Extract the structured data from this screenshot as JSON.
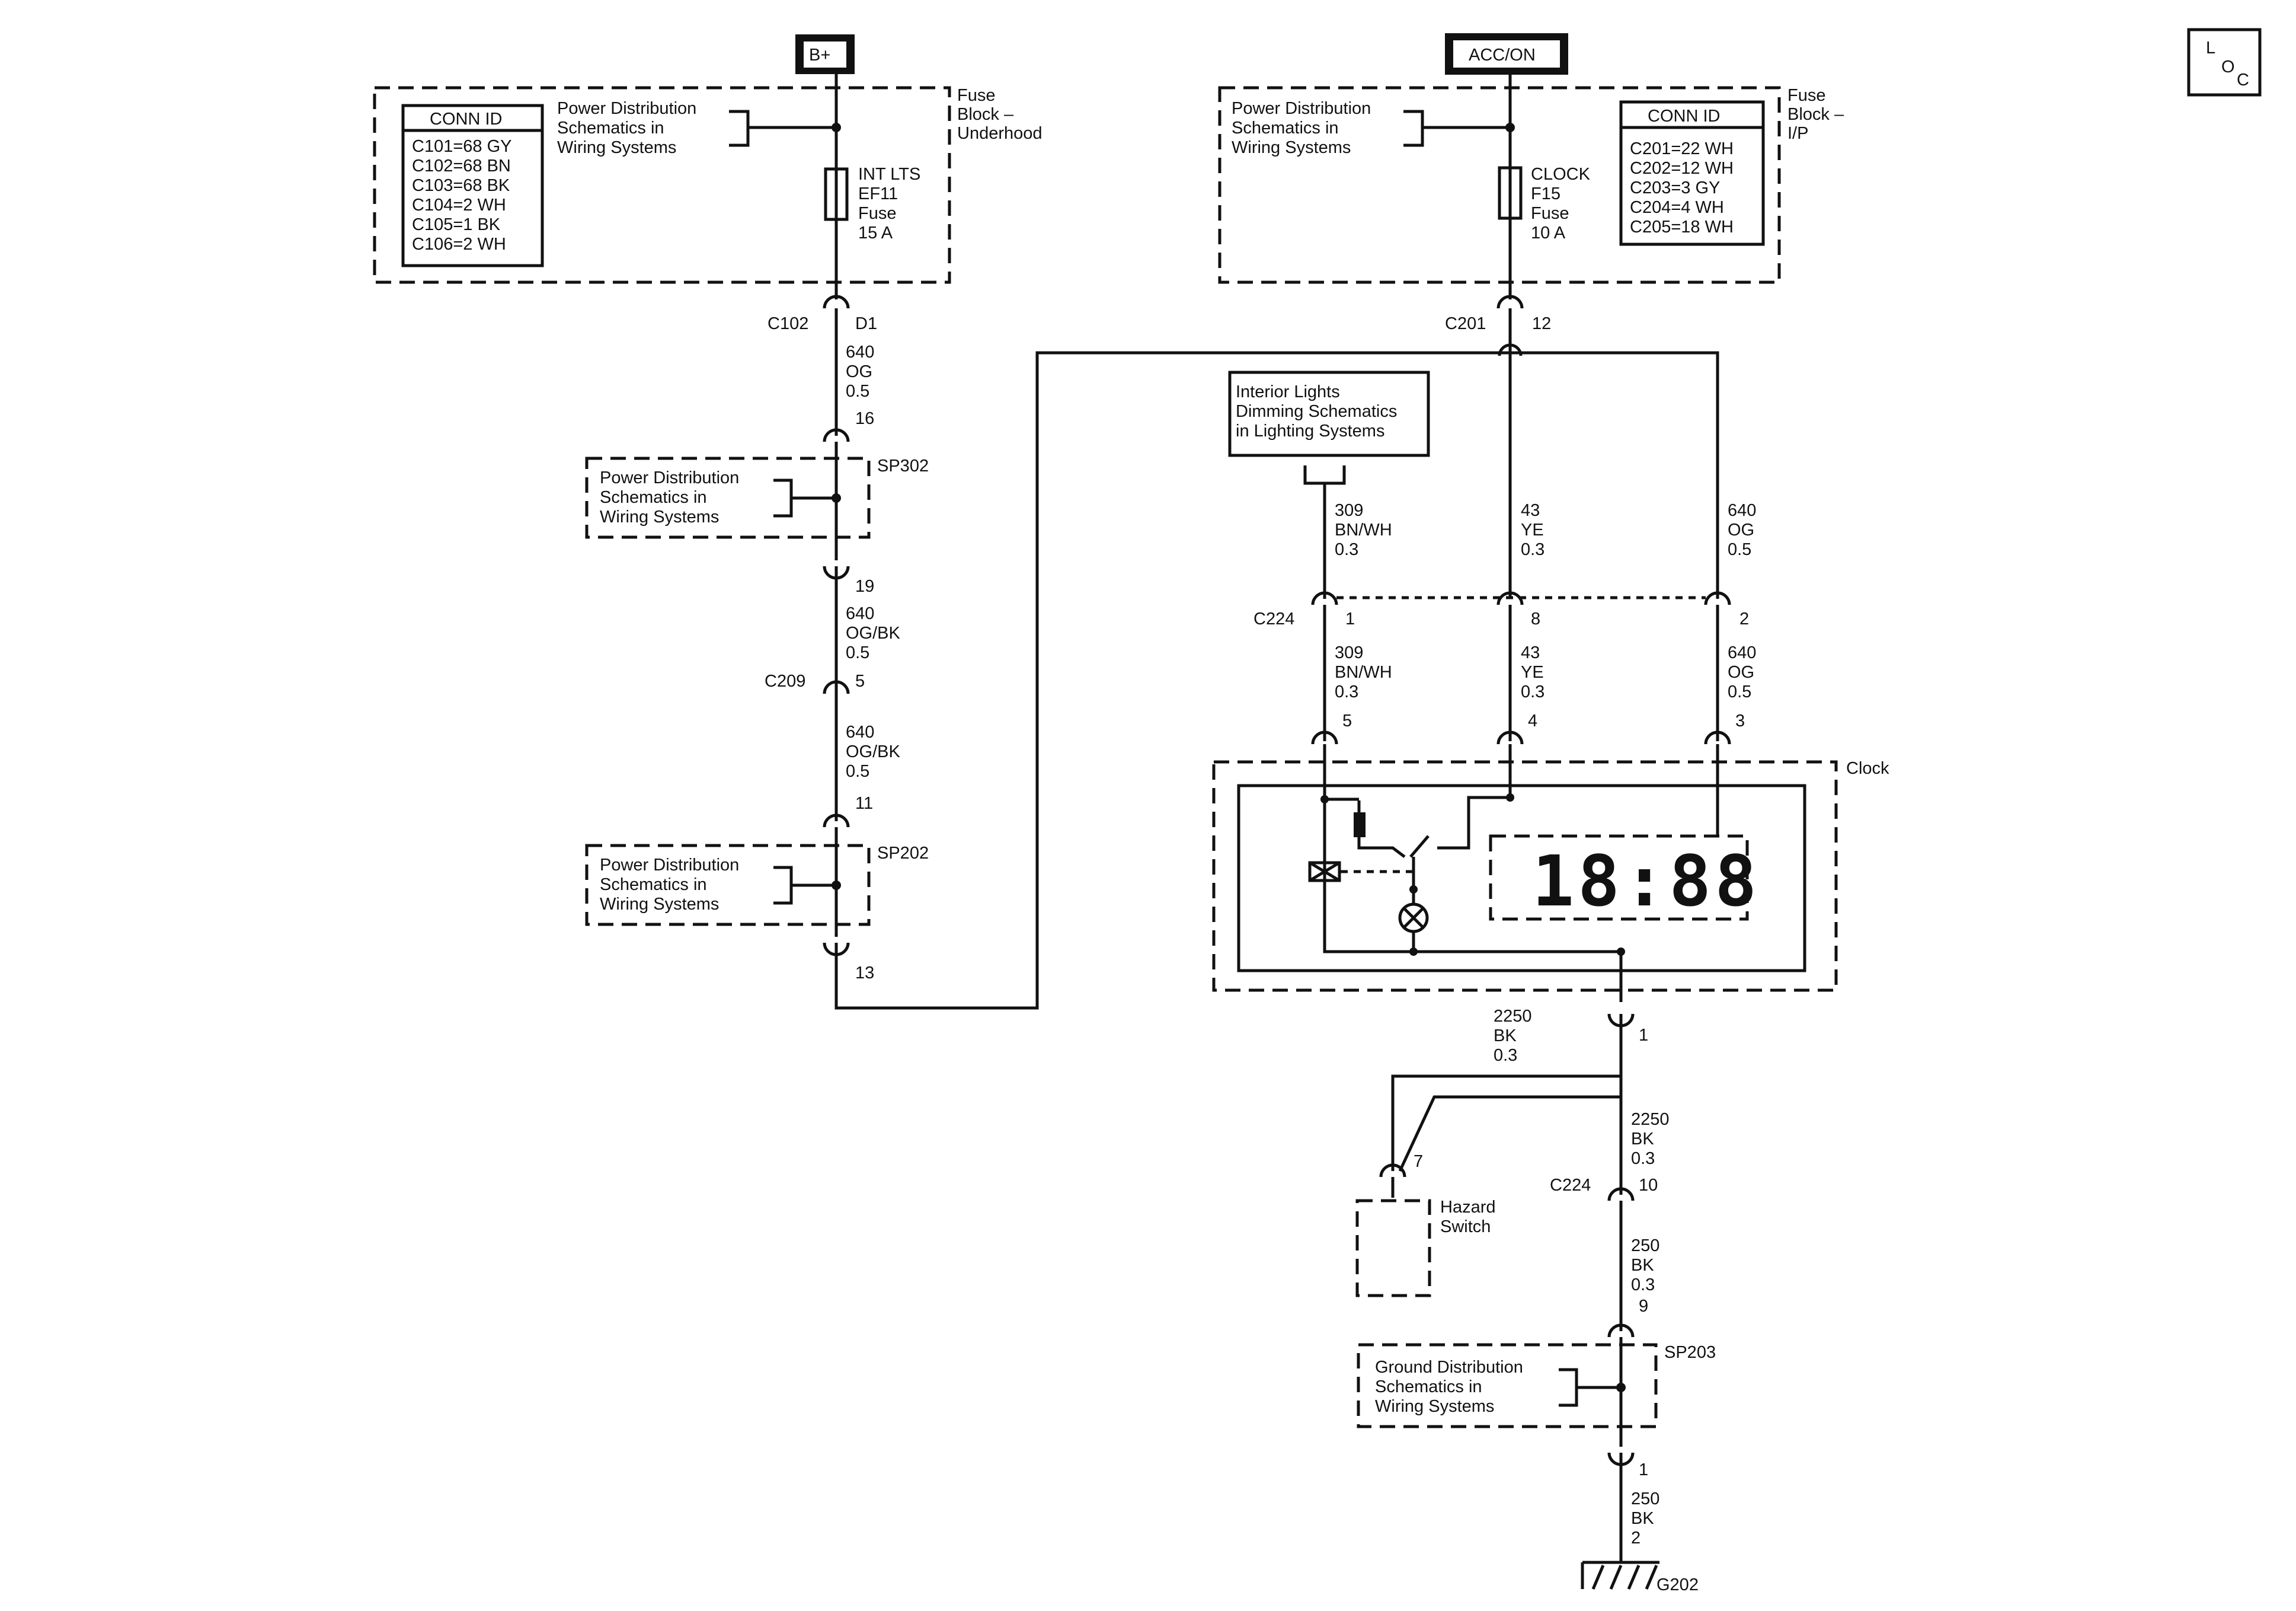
{
  "power": {
    "b_plus": "B+",
    "acc_on": "ACC/ON"
  },
  "loc_symbol": {
    "l": "L",
    "o": "O",
    "c": "C"
  },
  "fuse_block_underhood": {
    "label": [
      "Fuse",
      "Block –",
      "Underhood"
    ],
    "conn_id_title": "CONN ID",
    "conn_ids": [
      "C101=68 GY",
      "C102=68 BN",
      "C103=68 BK",
      "C104=2 WH",
      "C105=1 BK",
      "C106=2 WH"
    ],
    "ref": [
      "Power Distribution",
      "Schematics in",
      "Wiring Systems"
    ],
    "fuse": [
      "INT LTS",
      "EF11",
      "Fuse",
      "15 A"
    ]
  },
  "fuse_block_ip": {
    "label": [
      "Fuse",
      "Block –",
      "I/P"
    ],
    "conn_id_title": "CONN ID",
    "conn_ids": [
      "C201=22 WH",
      "C202=12 WH",
      "C203=3 GY",
      "C204=4 WH",
      "C205=18 WH"
    ],
    "ref": [
      "Power Distribution",
      "Schematics in",
      "Wiring Systems"
    ],
    "fuse": [
      "CLOCK",
      "F15",
      "Fuse",
      "10 A"
    ]
  },
  "left_circuit": {
    "c102": "C102",
    "d1": "D1",
    "wire1": [
      "640",
      "OG",
      "0.5"
    ],
    "pin16": "16",
    "sp302": "SP302",
    "sp302_ref": [
      "Power Distribution",
      "Schematics in",
      "Wiring Systems"
    ],
    "pin19": "19",
    "wire2": [
      "640",
      "OG/BK",
      "0.5"
    ],
    "c209": "C209",
    "pin5": "5",
    "wire3": [
      "640",
      "OG/BK",
      "0.5"
    ],
    "pin11": "11",
    "sp202": "SP202",
    "sp202_ref": [
      "Power Distribution",
      "Schematics in",
      "Wiring Systems"
    ],
    "pin13": "13"
  },
  "right_circuit": {
    "c201": "C201",
    "pin12": "12",
    "dimming_ref": [
      "Interior Lights",
      "Dimming Schematics",
      "in Lighting Systems"
    ],
    "wire309": [
      "309",
      "BN/WH",
      "0.3"
    ],
    "wire43": [
      "43",
      "YE",
      "0.3"
    ],
    "wire640": [
      "640",
      "OG",
      "0.5"
    ],
    "c224": "C224",
    "pins_c224": [
      "1",
      "8",
      "2"
    ],
    "wire309b": [
      "309",
      "BN/WH",
      "0.3"
    ],
    "wire43b": [
      "43",
      "YE",
      "0.3"
    ],
    "wire640b": [
      "640",
      "OG",
      "0.5"
    ],
    "clock_pins": [
      "5",
      "4",
      "3"
    ],
    "clock_label": "Clock",
    "display": "18:88",
    "ground_wire": [
      "2250",
      "BK",
      "0.3"
    ],
    "clock_pin1": "1",
    "hazard_pin": "7",
    "hazard_label": [
      "Hazard",
      "Switch"
    ],
    "wire2250b": [
      "2250",
      "BK",
      "0.3"
    ],
    "c224b": "C224",
    "pin10": "10",
    "wire250": [
      "250",
      "BK",
      "0.3"
    ],
    "pin9": "9",
    "sp203": "SP203",
    "sp203_ref": [
      "Ground Distribution",
      "Schematics in",
      "Wiring Systems"
    ],
    "pin1b": "1",
    "wire250b": [
      "250",
      "BK",
      "2"
    ],
    "ground": "G202"
  }
}
